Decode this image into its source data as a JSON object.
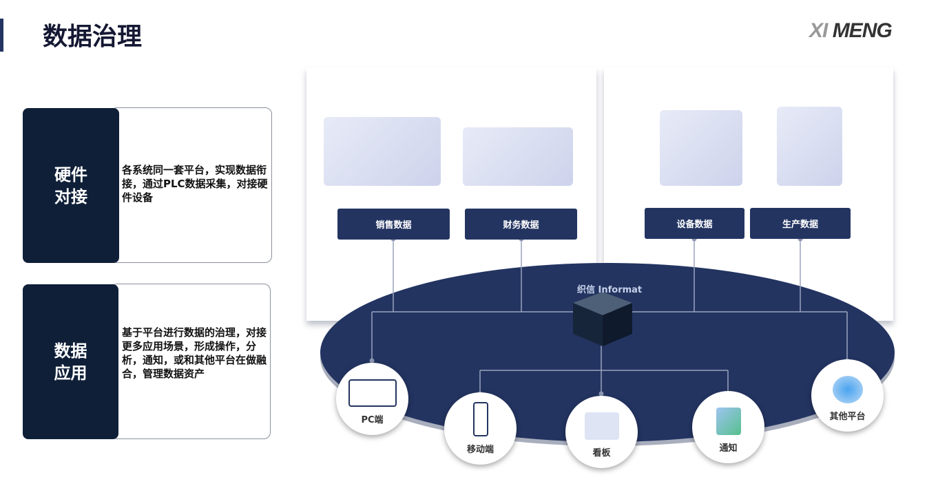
{
  "header": {
    "title": "数据治理",
    "logo": "XI MENG"
  },
  "cards": [
    {
      "heading_line1": "硬件",
      "heading_line2": "对接",
      "text": "各系统同一套平台，实现数据衔接，通过PLC数据采集，对接硬件设备"
    },
    {
      "heading_line1": "数据",
      "heading_line2": "应用",
      "text": "基于平台进行数据的治理，对接更多应用场景，形成操作，分析，通知，或和其他平台在做融合，管理数据资产"
    }
  ],
  "sources": [
    "销售数据",
    "财务数据",
    "设备数据",
    "生产数据"
  ],
  "hub": {
    "label": "织信 Informat"
  },
  "outputs": [
    "PC端",
    "移动端",
    "看板",
    "通知",
    "其他平台"
  ],
  "colors": {
    "navy": "#233461",
    "dark": "#0f1f38"
  }
}
